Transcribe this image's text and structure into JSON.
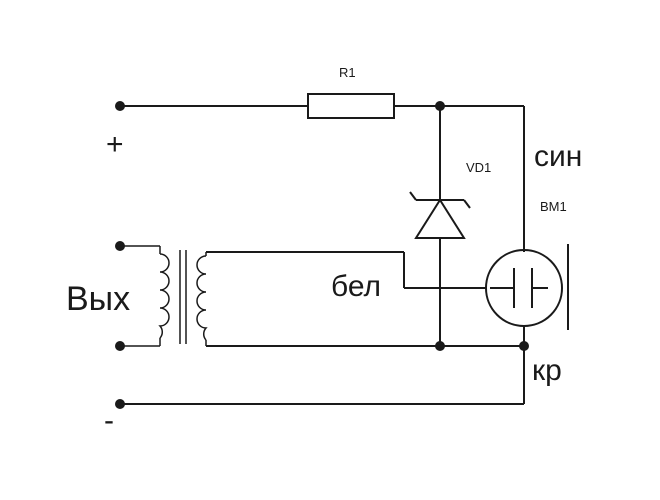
{
  "labels": {
    "resistor": "R1",
    "diode": "VD1",
    "sensor": "BM1",
    "plus": "+",
    "minus": "-",
    "output": "Вых",
    "blue": "син",
    "white": "бел",
    "red": "кр"
  }
}
